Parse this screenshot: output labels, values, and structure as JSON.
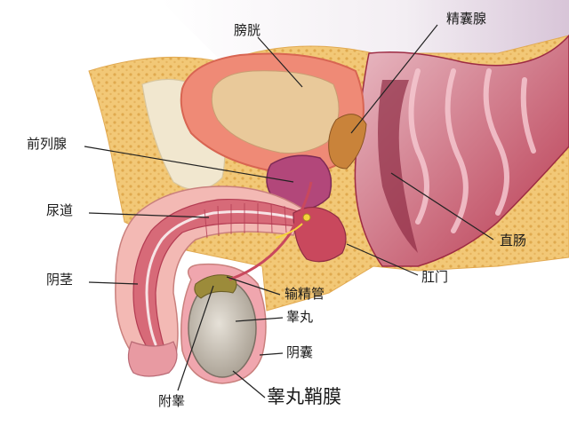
{
  "labels": {
    "bladder": "膀胱",
    "seminal_vesicle": "精囊腺",
    "prostate": "前列腺",
    "urethra": "尿道",
    "penis": "阴茎",
    "vas_deferens": "输精管",
    "testis": "睾丸",
    "scrotum": "阴囊",
    "epididymis": "附睾",
    "tunica_vaginalis": "睾丸鞘膜",
    "rectum": "直肠",
    "anus": "肛门"
  },
  "colors": {
    "fat": "#f2c877",
    "fat_dot": "#e0a94e",
    "muscle": "#d76a78",
    "muscle_dark": "#b33c52",
    "muscle_light": "#f0a6ae",
    "bladder_wall": "#ef8a76",
    "bladder_inner": "#e9c99a",
    "prostate": "#b2477a",
    "rectum_wall": "#c9485d",
    "rectum_inner": "#8e2c44",
    "testis": "#cfc7ba",
    "bone": "#f1e7cf",
    "leader": "#222222"
  }
}
